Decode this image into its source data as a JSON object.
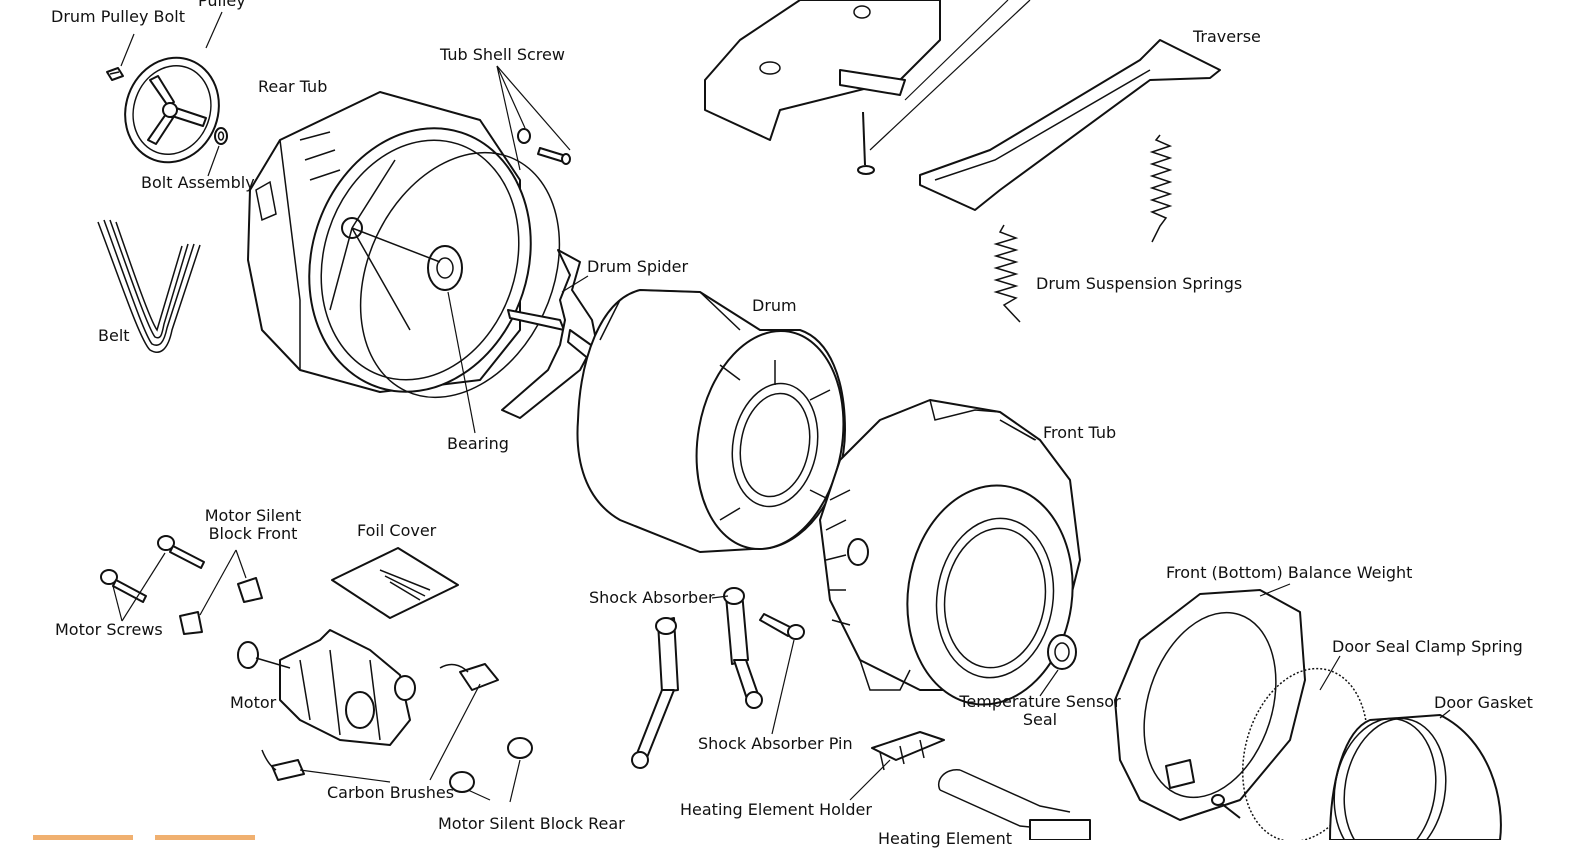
{
  "labels": {
    "drum_pulley_bolt": "Drum Pulley Bolt",
    "pulley": "Pulley",
    "bolt_assembly": "Bolt Assembly",
    "belt": "Belt",
    "rear_tub": "Rear Tub",
    "tub_shell_screw": "Tub Shell Screw",
    "bearing": "Bearing",
    "drum_spider": "Drum Spider",
    "drum": "Drum",
    "traverse": "Traverse",
    "drum_suspension_springs": "Drum Suspension Springs",
    "front_tub": "Front Tub",
    "motor_silent_block_front_1": "Motor Silent",
    "motor_silent_block_front_2": "Block Front",
    "foil_cover": "Foil Cover",
    "motor_screws": "Motor Screws",
    "motor": "Motor",
    "carbon_brushes": "Carbon Brushes",
    "motor_silent_block_rear": "Motor Silent Block Rear",
    "shock_absorber": "Shock Absorber",
    "shock_absorber_pin": "Shock Absorber Pin",
    "heating_element_holder": "Heating Element Holder",
    "heating_element": "Heating Element",
    "temperature_sensor_seal_1": "Temperature Sensor",
    "temperature_sensor_seal_2": "Seal",
    "front_bottom_balance_weight": "Front (Bottom) Balance Weight",
    "door_seal_clamp_spring": "Door Seal Clamp Spring",
    "door_gasket": "Door Gasket"
  }
}
